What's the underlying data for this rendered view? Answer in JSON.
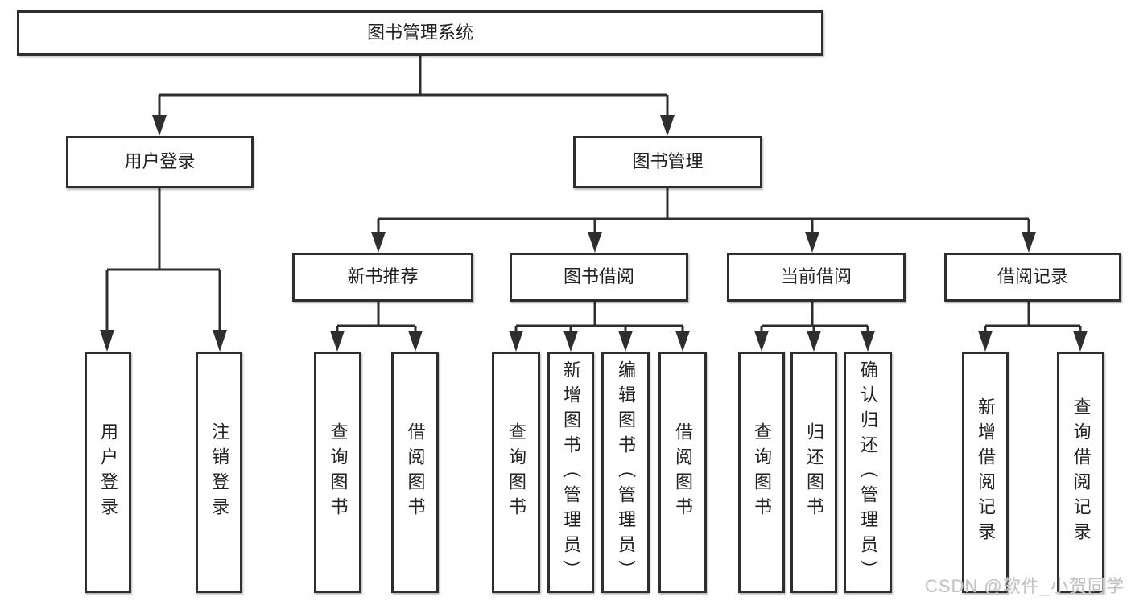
{
  "diagram_title": "图书管理系统",
  "tree": {
    "label": "图书管理系统",
    "children": [
      {
        "label": "用户登录",
        "children": [
          {
            "label": "用户登录"
          },
          {
            "label": "注销登录"
          }
        ]
      },
      {
        "label": "图书管理",
        "children": [
          {
            "label": "新书推荐",
            "children": [
              {
                "label": "查询图书"
              },
              {
                "label": "借阅图书"
              }
            ]
          },
          {
            "label": "图书借阅",
            "children": [
              {
                "label": "查询图书"
              },
              {
                "label": "新增图书（管理员）"
              },
              {
                "label": "编辑图书（管理员）"
              },
              {
                "label": "借阅图书"
              }
            ]
          },
          {
            "label": "当前借阅",
            "children": [
              {
                "label": "查询图书"
              },
              {
                "label": "归还图书"
              },
              {
                "label": "确认归还（管理员）"
              }
            ]
          },
          {
            "label": "借阅记录",
            "children": [
              {
                "label": "新增借阅记录"
              },
              {
                "label": "查询借阅记录"
              }
            ]
          }
        ]
      }
    ]
  },
  "line_color": "#2e2e2e",
  "watermark": {
    "text": "CSDN @软件_小贺同学"
  }
}
